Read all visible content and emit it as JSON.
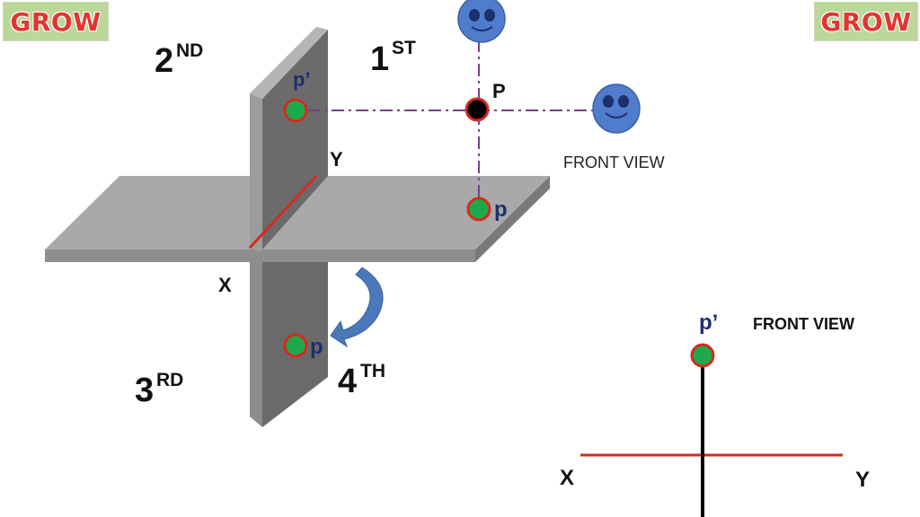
{
  "badges": {
    "left": "GROW",
    "right": "GROW"
  },
  "quadrants": {
    "first": {
      "num": "1",
      "sup": "ST"
    },
    "second": {
      "num": "2",
      "sup": "ND"
    },
    "third": {
      "num": "3",
      "sup": "RD"
    },
    "fourth": {
      "num": "4",
      "sup": "TH"
    }
  },
  "axis_labels": {
    "x": "X",
    "y": "Y"
  },
  "points": {
    "object": "P",
    "vertical_projection": "p’",
    "horizontal_projection": "p",
    "rotated_projection": "p"
  },
  "captions": {
    "front_view_top": "FRONT VIEW",
    "front_view_bottom": "FRONT VIEW"
  },
  "ortho": {
    "x_label": "X",
    "y_label": "Y",
    "point_label": "p’"
  },
  "colors": {
    "point_fill": "#1ea84c",
    "point_ring": "#d42b1f",
    "ref_line": "#d42b1f",
    "projector": "#7a3f8f",
    "label_blue": "#1c2f6e",
    "arrow": "#4a78b8",
    "face_blue": "#4f7ccb",
    "plane_gray": "#8a8a8a"
  }
}
